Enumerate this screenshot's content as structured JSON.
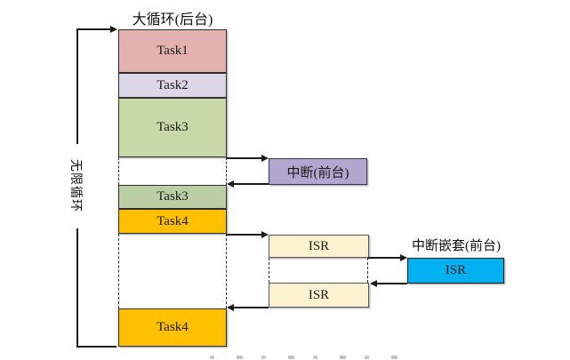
{
  "colors": {
    "task1": "#e3b1b0",
    "task2": "#dcd6e9",
    "task3_first": "#c7d9a6",
    "task3_second": "#bccfa4",
    "task4": "#ffc000",
    "interrupt_fill": "#b1a6cd",
    "isr_fill": "#fdf2d0",
    "nested_isr_fill": "#00b0f0",
    "line": "#1a1a1a"
  },
  "diagram": {
    "title": "大循环(后台)",
    "loop_label": "无限循环",
    "column": {
      "task1": "Task1",
      "task2": "Task2",
      "task3_first": "Task3",
      "task3_second": "Task3",
      "task4_first": "Task4",
      "task4_second": "Task4"
    },
    "interrupt_label": "中断(前台)",
    "isr1_label": "ISR",
    "isr2_label": "ISR",
    "nested": {
      "title": "中断嵌套(前台)",
      "isr_label": "ISR"
    }
  }
}
